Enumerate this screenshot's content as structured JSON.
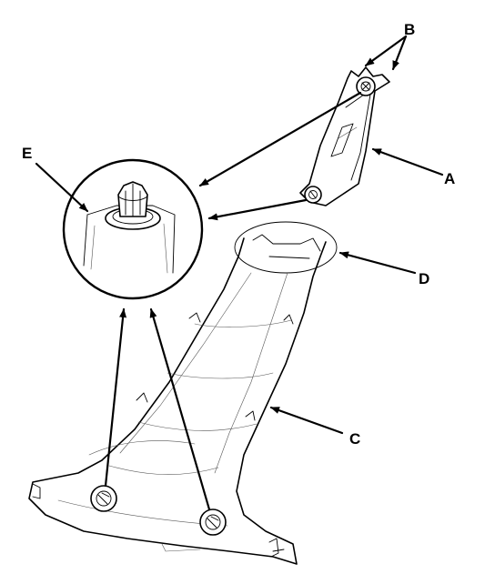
{
  "diagram": {
    "callouts": {
      "a": "A",
      "b": "B",
      "c": "C",
      "d": "D",
      "e": "E"
    },
    "parts": {
      "a": "trim-panel-upper",
      "c": "pillar-trim-lower",
      "d": "top-opening",
      "e": "retaining-clip"
    }
  }
}
